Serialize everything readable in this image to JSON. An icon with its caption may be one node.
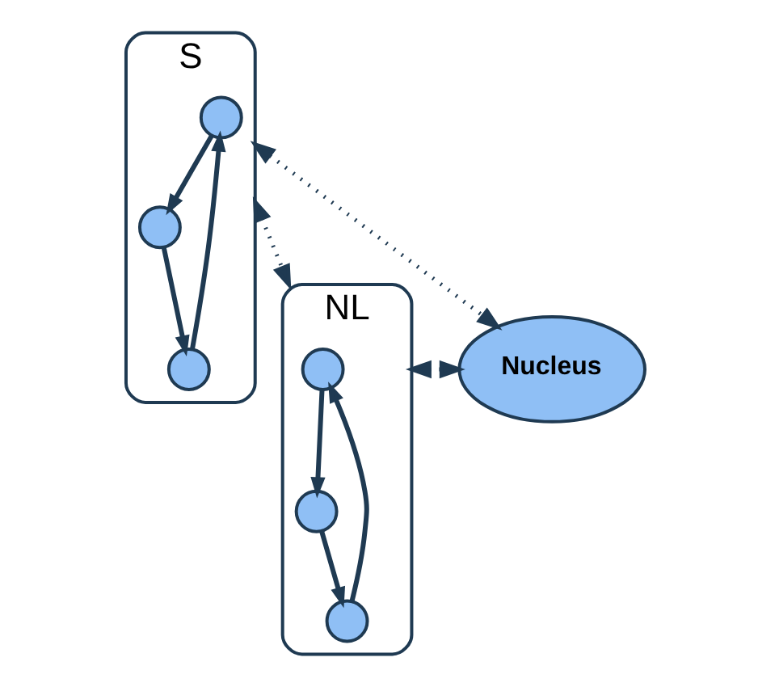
{
  "diagram": {
    "nodes": [
      {
        "text": [
          "S"
        ]
      },
      {
        "text": [],
        "shape": "circle",
        "in": 0
      },
      {
        "text": [],
        "shape": "circle",
        "in": 0
      },
      {
        "text": [],
        "shape": "circle",
        "in": 0
      },
      {
        "text": [
          "NL"
        ]
      },
      {
        "text": [],
        "shape": "circle",
        "in": 4
      },
      {
        "text": [],
        "shape": "circle",
        "in": 4
      },
      {
        "text": [],
        "shape": "circle",
        "in": 4
      },
      {
        "text": [
          "Nucleus"
        ]
      }
    ],
    "edges": [
      {
        "from": 2,
        "to": 1,
        "arrow": "to"
      },
      {
        "from": 1,
        "to": 3,
        "arrow": "to"
      },
      {
        "from": 3,
        "to": 2,
        "arrow": "to"
      },
      {
        "from": 6,
        "to": 5,
        "arrow": "to"
      },
      {
        "from": 5,
        "to": 7,
        "arrow": "to"
      },
      {
        "from": 7,
        "to": 6,
        "arrow": "to"
      },
      {
        "from": 0,
        "to": 4,
        "arrow": "both",
        "style": "dashed"
      },
      {
        "from": 0,
        "to": 8,
        "arrow": "both",
        "style": "dashed"
      },
      {
        "from": 4,
        "to": 8,
        "arrow": "both",
        "style": "dashed"
      }
    ]
  }
}
